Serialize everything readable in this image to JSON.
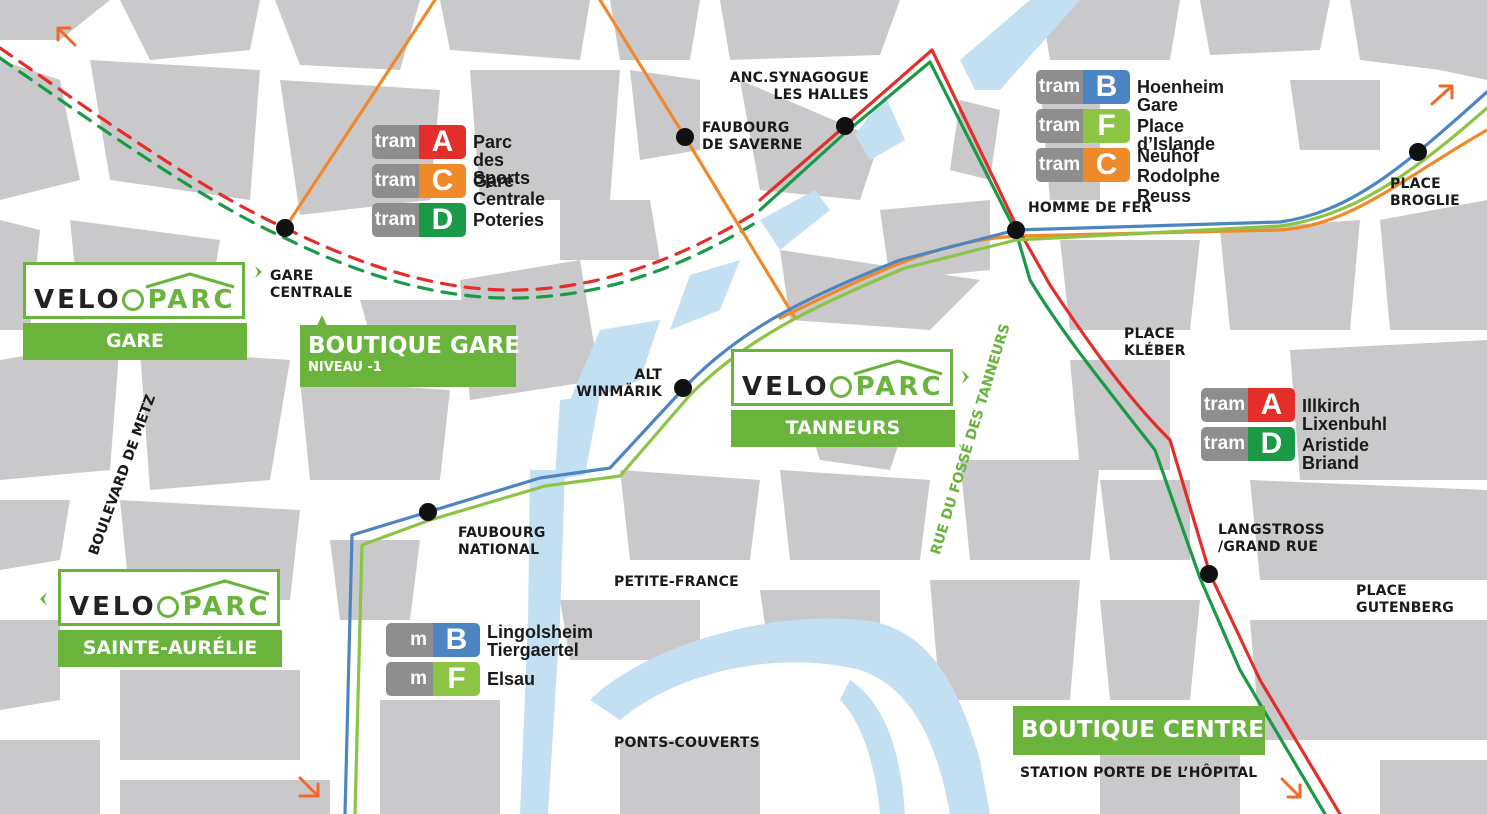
{
  "colors": {
    "tram_A": "#e32e2a",
    "tram_B": "#4d85c2",
    "tram_C": "#ef8a2a",
    "tram_D": "#1a9a46",
    "tram_F": "#8cc443",
    "tram_label": "#8e8e8e",
    "veloparc_green": "#6ab43d",
    "water": "#c3e0f2",
    "block": "#c8c8ca",
    "street": "#ffffff",
    "arrow": "#ef6a2a"
  },
  "legends": {
    "gare": [
      {
        "prefix": "tram",
        "line": "A",
        "color": "#e32e2a",
        "dest": "Parc des Sports"
      },
      {
        "prefix": "tram",
        "line": "C",
        "color": "#ef8a2a",
        "dest": "Gare Centrale"
      },
      {
        "prefix": "tram",
        "line": "D",
        "color": "#1a9a46",
        "dest": "Poteries"
      }
    ],
    "homme_de_fer": [
      {
        "prefix": "tram",
        "line": "B",
        "color": "#4d85c2",
        "dest": "Hoenheim  Gare"
      },
      {
        "prefix": "tram",
        "line": "F",
        "color": "#8cc443",
        "dest": "Place d’Islande"
      },
      {
        "prefix": "tram",
        "line": "C",
        "color": "#ef8a2a",
        "dest": "Neuhof\nRodolphe Reuss"
      }
    ],
    "kleber": [
      {
        "prefix": "tram",
        "line": "A",
        "color": "#e32e2a",
        "dest": "Illkirch  Lixenbuhl"
      },
      {
        "prefix": "tram",
        "line": "D",
        "color": "#1a9a46",
        "dest": "Aristide Briand"
      }
    ],
    "faubourg_national": [
      {
        "prefix": "m",
        "line": "B",
        "color": "#4d85c2",
        "dest": "Lingolsheim\nTiergaertel"
      },
      {
        "prefix": "m",
        "line": "F",
        "color": "#8cc443",
        "dest": "Elsau"
      }
    ]
  },
  "stations": {
    "anc_synagogue": "ANC.SYNAGOGUE\nLES HALLES",
    "faubourg_saverne": "FAUBOURG\nDE SAVERNE",
    "homme_de_fer": "HOMME DE FER",
    "place_broglie": "PLACE\nBROGLIE",
    "gare_centrale": "GARE\nCENTRALE",
    "place_kleber": "PLACE\nKLÉBER",
    "alt_winmarik": "ALT\nWINMÄRIK",
    "faubourg_national": "FAUBOURG\nNATIONAL",
    "langstross": "LANGSTROSS\n/GRAND RUE"
  },
  "places": {
    "petite_france": "PETITE-FRANCE",
    "ponts_couverts": "PONTS-COUVERTS",
    "place_gutenberg": "PLACE\nGUTENBERG"
  },
  "streets": {
    "boulevard_de_metz": "BOULEVARD DE METZ",
    "rue_fosse_tanneurs": "RUE DU FOSSÉ DES TANNEURS"
  },
  "veloparcs": {
    "brand_velo": "VELO",
    "brand_parc": "PARC",
    "gare": "GARE",
    "tanneurs": "TANNEURS",
    "sainte_aurelie": "SAINTE-AURÉLIE"
  },
  "boutiques": {
    "gare_title": "BOUTIQUE GARE",
    "gare_sub": "NIVEAU -1",
    "centre_title": "BOUTIQUE CENTRE",
    "centre_sub": "STATION PORTE DE L’HÔPITAL"
  }
}
